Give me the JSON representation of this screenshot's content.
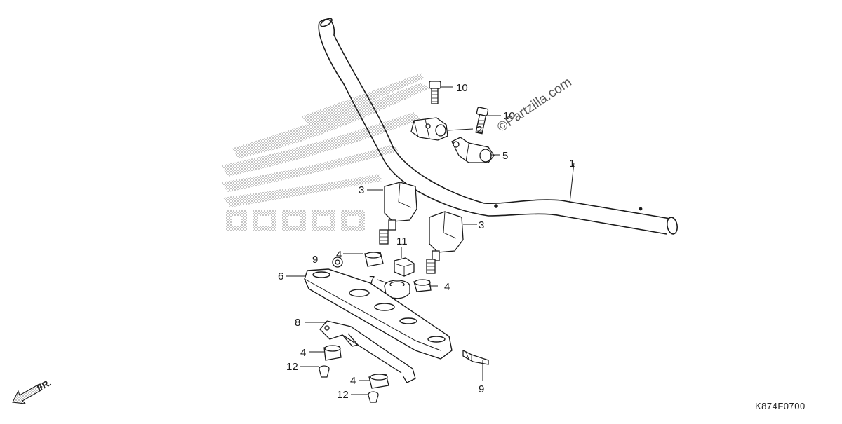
{
  "diagram": {
    "callouts": [
      {
        "id": "c1",
        "label": "1"
      },
      {
        "id": "c2",
        "label": "2"
      },
      {
        "id": "c3a",
        "label": "3"
      },
      {
        "id": "c3b",
        "label": "3"
      },
      {
        "id": "c4a",
        "label": "4"
      },
      {
        "id": "c4b",
        "label": "4"
      },
      {
        "id": "c4c",
        "label": "4"
      },
      {
        "id": "c4d",
        "label": "4"
      },
      {
        "id": "c5",
        "label": "5"
      },
      {
        "id": "c6",
        "label": "6"
      },
      {
        "id": "c7",
        "label": "7"
      },
      {
        "id": "c8",
        "label": "8"
      },
      {
        "id": "c9a",
        "label": "9"
      },
      {
        "id": "c9b",
        "label": "9"
      },
      {
        "id": "c10a",
        "label": "10"
      },
      {
        "id": "c10b",
        "label": "10"
      },
      {
        "id": "c11",
        "label": "11"
      },
      {
        "id": "c12a",
        "label": "12"
      },
      {
        "id": "c12b",
        "label": "12"
      }
    ],
    "watermark_text": "HONDA",
    "site_watermark": "©Partzilla.com",
    "direction_label": "FR.",
    "diagram_code": "K874F0700"
  },
  "colors": {
    "line": "#1a1a1a",
    "dots": "#9a9a9a",
    "fill": "#ffffff"
  }
}
